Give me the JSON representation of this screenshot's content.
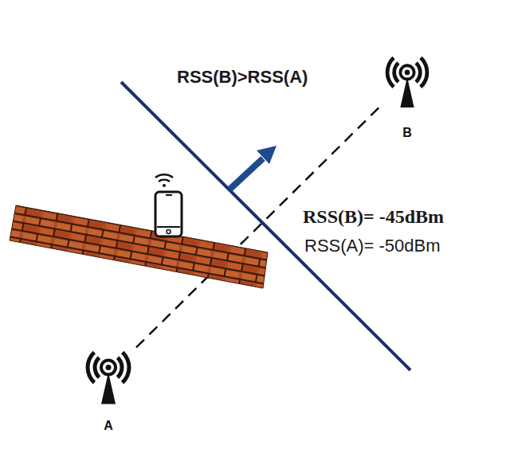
{
  "diagram": {
    "nodes": [
      {
        "text": [
          "B"
        ]
      },
      {
        "text": [
          "A"
        ]
      }
    ],
    "edges": [
      {
        "from": 1,
        "to": 0,
        "arrow": "none"
      }
    ],
    "labels": [
      "RSS(B)>RSS(A)",
      "RSS(B)= -45dBm",
      "RSS(A)= -50dBm"
    ]
  }
}
